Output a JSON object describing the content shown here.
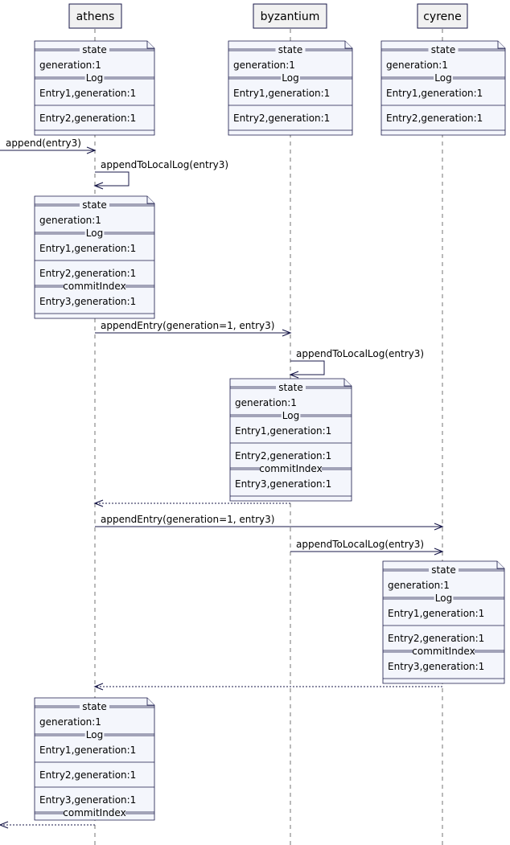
{
  "participants": [
    {
      "id": "athens",
      "label": "athens"
    },
    {
      "id": "byzantium",
      "label": "byzantium"
    },
    {
      "id": "cyrene",
      "label": "cyrene"
    }
  ],
  "notes": [
    {
      "participant": "athens",
      "rows": [
        {
          "kind": "sep",
          "text": "state"
        },
        {
          "kind": "text",
          "text": "generation:1"
        },
        {
          "kind": "sep",
          "text": "Log"
        },
        {
          "kind": "text",
          "text": "Entry1,generation:1"
        },
        {
          "kind": "line"
        },
        {
          "kind": "text",
          "text": "Entry2,generation:1"
        },
        {
          "kind": "line"
        }
      ]
    },
    {
      "participant": "byzantium",
      "rows": [
        {
          "kind": "sep",
          "text": "state"
        },
        {
          "kind": "text",
          "text": "generation:1"
        },
        {
          "kind": "sep",
          "text": "Log"
        },
        {
          "kind": "text",
          "text": "Entry1,generation:1"
        },
        {
          "kind": "line"
        },
        {
          "kind": "text",
          "text": "Entry2,generation:1"
        },
        {
          "kind": "line"
        }
      ]
    },
    {
      "participant": "cyrene",
      "rows": [
        {
          "kind": "sep",
          "text": "state"
        },
        {
          "kind": "text",
          "text": "generation:1"
        },
        {
          "kind": "sep",
          "text": "Log"
        },
        {
          "kind": "text",
          "text": "Entry1,generation:1"
        },
        {
          "kind": "line"
        },
        {
          "kind": "text",
          "text": "Entry2,generation:1"
        },
        {
          "kind": "line"
        }
      ]
    },
    {
      "participant": "athens",
      "rows": [
        {
          "kind": "sep",
          "text": "state"
        },
        {
          "kind": "text",
          "text": "generation:1"
        },
        {
          "kind": "sep",
          "text": "Log"
        },
        {
          "kind": "text",
          "text": "Entry1,generation:1"
        },
        {
          "kind": "line"
        },
        {
          "kind": "text",
          "text": "Entry2,generation:1"
        },
        {
          "kind": "sep",
          "text": "commitIndex"
        },
        {
          "kind": "text",
          "text": "Entry3,generation:1"
        },
        {
          "kind": "line"
        }
      ]
    },
    {
      "participant": "byzantium",
      "rows": [
        {
          "kind": "sep",
          "text": "state"
        },
        {
          "kind": "text",
          "text": "generation:1"
        },
        {
          "kind": "sep",
          "text": "Log"
        },
        {
          "kind": "text",
          "text": "Entry1,generation:1"
        },
        {
          "kind": "line"
        },
        {
          "kind": "text",
          "text": "Entry2,generation:1"
        },
        {
          "kind": "sep",
          "text": "commitIndex"
        },
        {
          "kind": "text",
          "text": "Entry3,generation:1"
        },
        {
          "kind": "line"
        }
      ]
    },
    {
      "participant": "cyrene",
      "rows": [
        {
          "kind": "sep",
          "text": "state"
        },
        {
          "kind": "text",
          "text": "generation:1"
        },
        {
          "kind": "sep",
          "text": "Log"
        },
        {
          "kind": "text",
          "text": "Entry1,generation:1"
        },
        {
          "kind": "line"
        },
        {
          "kind": "text",
          "text": "Entry2,generation:1"
        },
        {
          "kind": "sep",
          "text": "commitIndex"
        },
        {
          "kind": "text",
          "text": "Entry3,generation:1"
        },
        {
          "kind": "line"
        }
      ]
    },
    {
      "participant": "athens",
      "rows": [
        {
          "kind": "sep",
          "text": "state"
        },
        {
          "kind": "text",
          "text": "generation:1"
        },
        {
          "kind": "sep",
          "text": "Log"
        },
        {
          "kind": "text",
          "text": "Entry1,generation:1"
        },
        {
          "kind": "line"
        },
        {
          "kind": "text",
          "text": "Entry2,generation:1"
        },
        {
          "kind": "line"
        },
        {
          "kind": "text",
          "text": "Entry3,generation:1"
        },
        {
          "kind": "sep",
          "text": "commitIndex"
        }
      ]
    }
  ],
  "messages": [
    {
      "from": "external-left",
      "to": "athens",
      "label": "append(entry3)",
      "style": "solid"
    },
    {
      "from": "athens",
      "to": "athens",
      "label": "appendToLocalLog(entry3)",
      "style": "self"
    },
    {
      "from": "athens",
      "to": "byzantium",
      "label": "appendEntry(generation=1, entry3)",
      "style": "solid"
    },
    {
      "from": "byzantium",
      "to": "byzantium",
      "label": "appendToLocalLog(entry3)",
      "style": "self"
    },
    {
      "from": "byzantium",
      "to": "athens",
      "label": "",
      "style": "dashed"
    },
    {
      "from": "athens",
      "to": "cyrene",
      "label": "appendEntry(generation=1, entry3)",
      "style": "solid"
    },
    {
      "from": "byzantium",
      "to": "cyrene",
      "label": "appendToLocalLog(entry3)",
      "style": "solid"
    },
    {
      "from": "cyrene",
      "to": "athens",
      "label": "",
      "style": "dashed"
    },
    {
      "from": "athens",
      "to": "external-left",
      "label": "",
      "style": "dashed"
    }
  ]
}
